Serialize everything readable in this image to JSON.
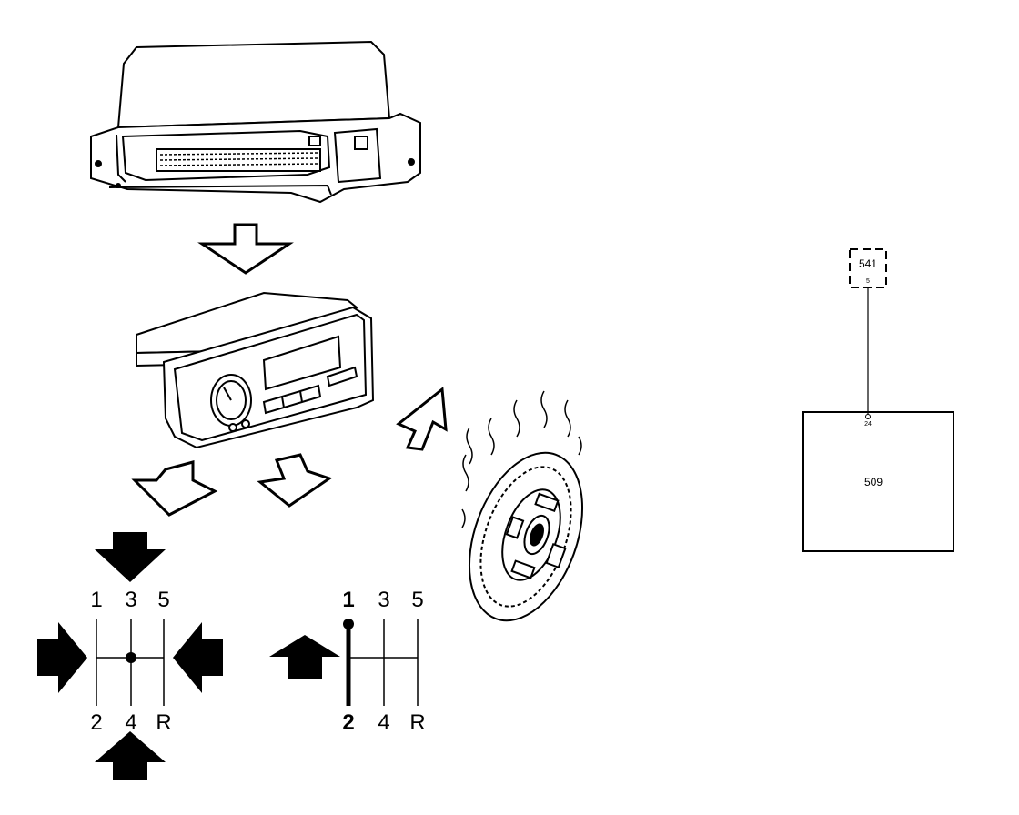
{
  "shift_pattern_left": {
    "top_labels": [
      "1",
      "3",
      "5"
    ],
    "bottom_labels": [
      "2",
      "4",
      "R"
    ]
  },
  "shift_pattern_right": {
    "top_labels": [
      "1",
      "3",
      "5"
    ],
    "bottom_labels": [
      "2",
      "4",
      "R"
    ],
    "highlighted": [
      "1",
      "2"
    ]
  },
  "wiring": {
    "component_top": "541",
    "component_top_pin": "5",
    "component_bottom": "509",
    "component_bottom_pin": "24"
  },
  "colors": {
    "ink": "#000000",
    "paper": "#ffffff"
  }
}
